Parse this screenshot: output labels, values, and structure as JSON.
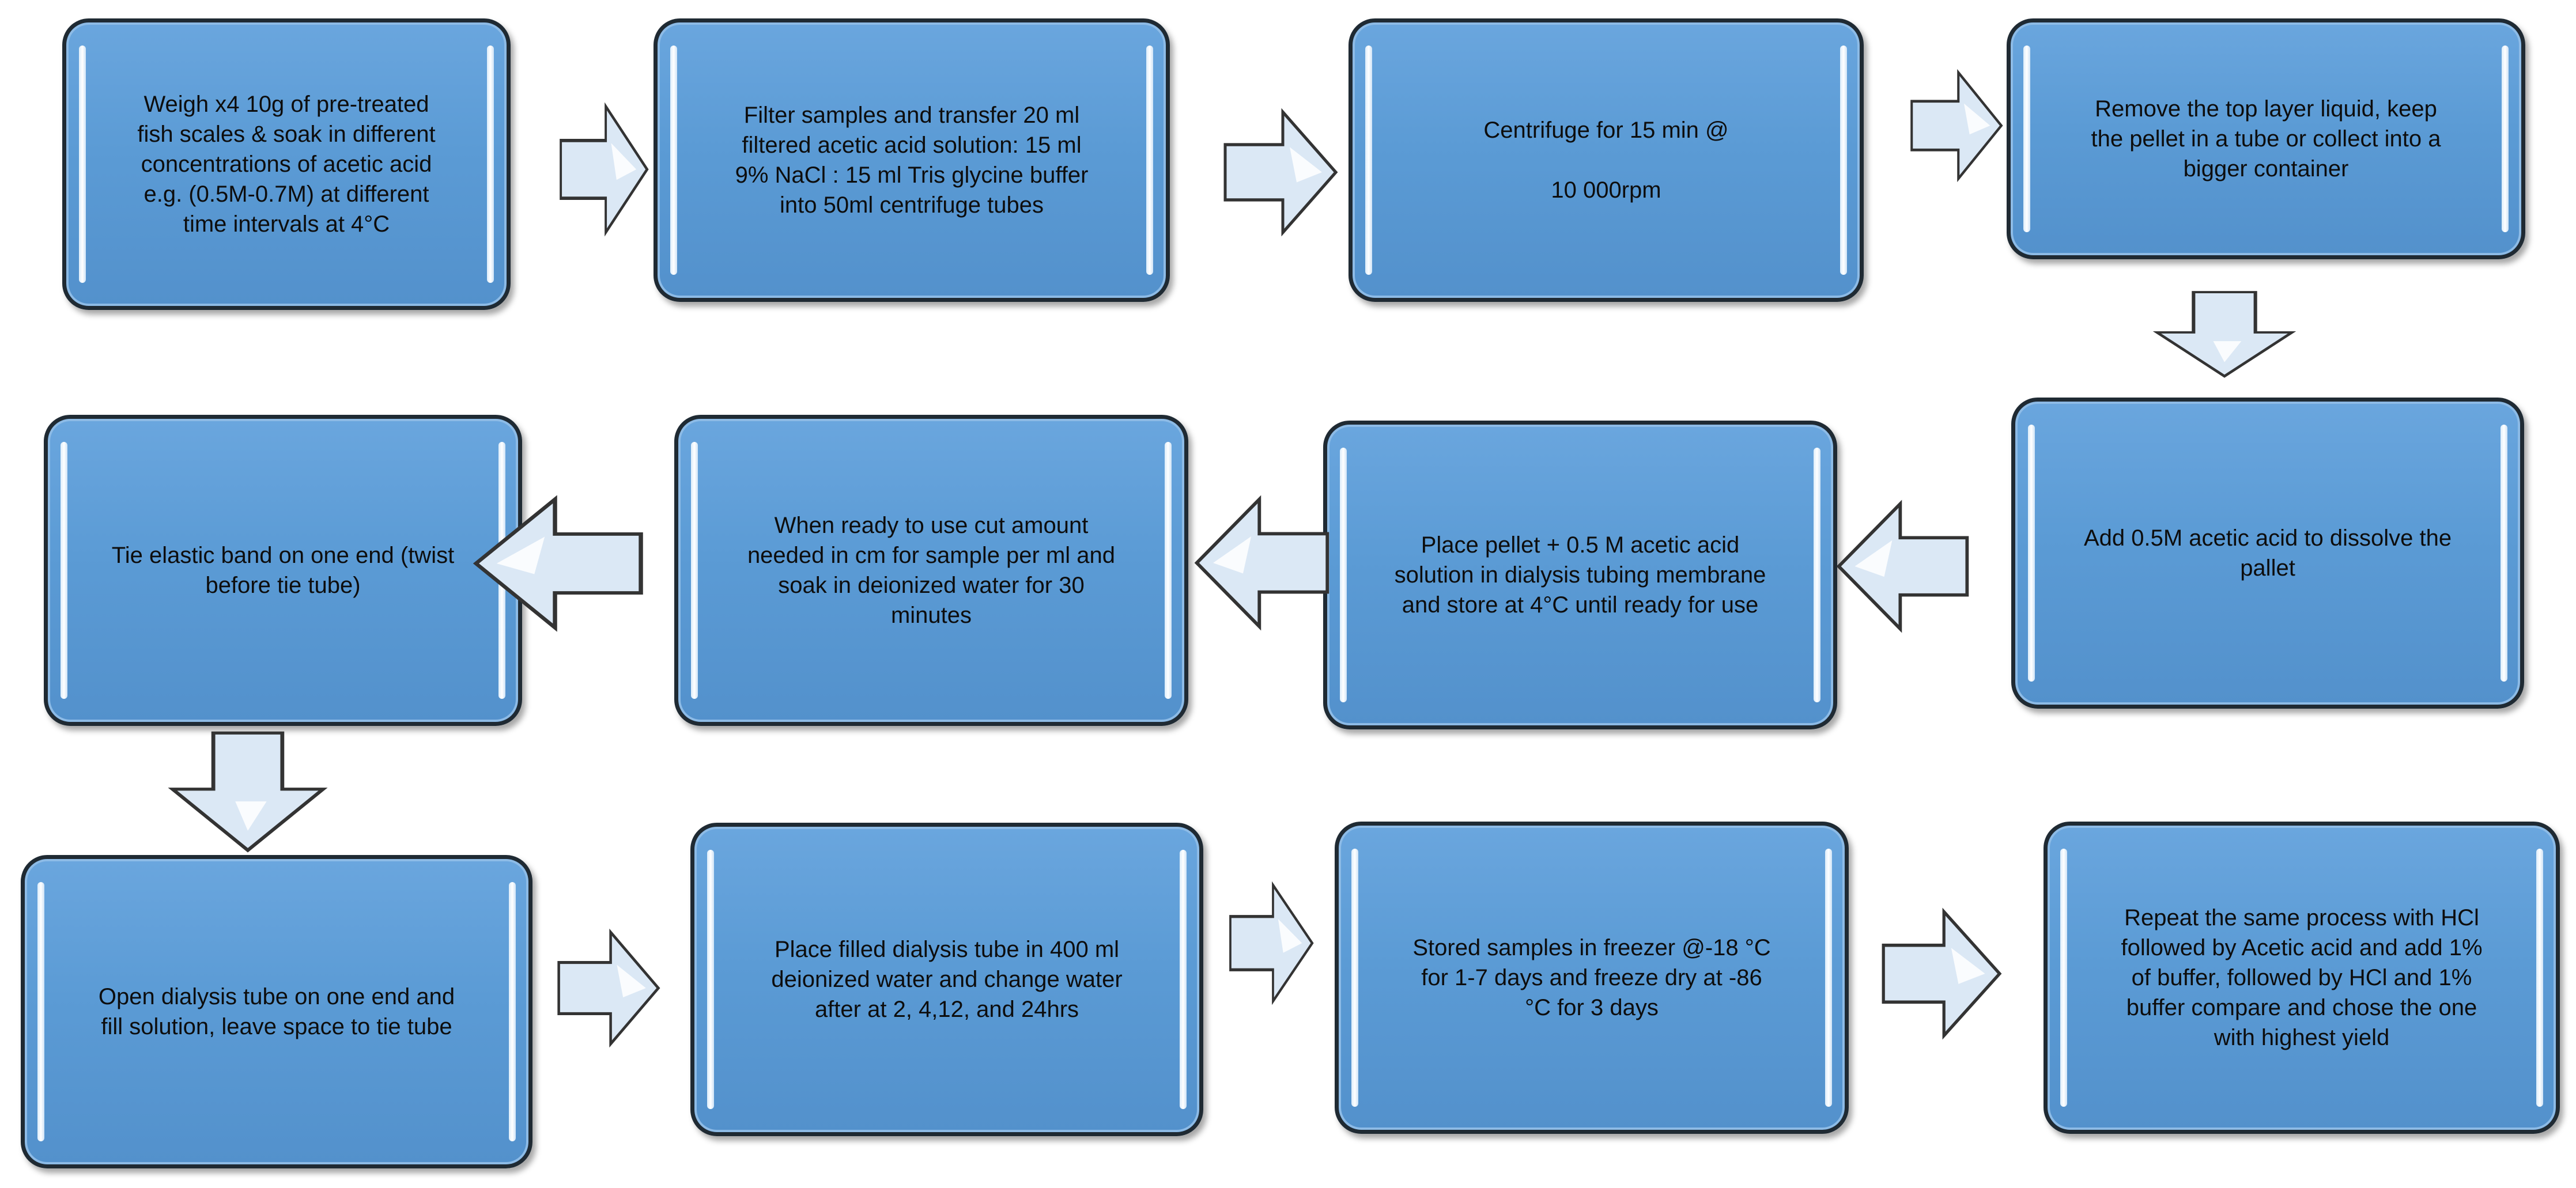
{
  "colors": {
    "box_fill": "#5b9bd5",
    "box_border": "#1f2a33",
    "arrow_fill": "#dbe8f5",
    "arrow_stroke": "#333333"
  },
  "steps": [
    {
      "id": "weigh-soak-scales",
      "text": "Weigh x4 10g of pre-treated\nfish scales & soak in different\nconcentrations of acetic acid\ne.g. (0.5M-0.7M) at different\ntime intervals at 4°C"
    },
    {
      "id": "filter-transfer",
      "text": "Filter samples and transfer 20 ml\nfiltered acetic acid solution: 15 ml\n9% NaCl : 15 ml Tris glycine buffer\ninto 50ml centrifuge tubes"
    },
    {
      "id": "centrifuge",
      "text": "Centrifuge for 15 min @\n\n10 000rpm"
    },
    {
      "id": "remove-top-layer",
      "text": "Remove the top layer liquid, keep\nthe pellet in a tube or collect into a\nbigger container"
    },
    {
      "id": "add-acetic-acid",
      "text": "Add 0.5M acetic acid to dissolve the\npallet"
    },
    {
      "id": "dialysis-store",
      "text": "Place pellet + 0.5 M acetic acid\nsolution in dialysis tubing membrane\nand store at 4°C until ready for use"
    },
    {
      "id": "cut-soak-tubing",
      "text": "When ready to use cut amount\nneeded in cm for sample per ml and\nsoak in deionized water for 30\nminutes"
    },
    {
      "id": "tie-band",
      "text": "Tie elastic band on one end (twist\nbefore tie tube)"
    },
    {
      "id": "open-fill-tube",
      "text": "Open dialysis tube on one end and\nfill solution, leave space to tie tube"
    },
    {
      "id": "dialysis-water",
      "text": "Place filled dialysis tube in 400 ml\ndeionized water and change water\nafter at 2, 4,12, and 24hrs"
    },
    {
      "id": "freeze-dry",
      "text": "Stored samples in freezer @-18 °C\nfor 1-7 days and freeze dry at -86\n°C for 3 days"
    },
    {
      "id": "repeat-hcl",
      "text": "Repeat the same process with HCl\nfollowed by Acetic acid and add 1%\nof buffer, followed by HCl and 1%\nbuffer compare and chose the one\nwith highest yield"
    }
  ],
  "arrows": [
    {
      "from": "weigh-soak-scales",
      "to": "filter-transfer",
      "direction": "right"
    },
    {
      "from": "filter-transfer",
      "to": "centrifuge",
      "direction": "right"
    },
    {
      "from": "centrifuge",
      "to": "remove-top-layer",
      "direction": "right"
    },
    {
      "from": "remove-top-layer",
      "to": "add-acetic-acid",
      "direction": "down"
    },
    {
      "from": "add-acetic-acid",
      "to": "dialysis-store",
      "direction": "left"
    },
    {
      "from": "dialysis-store",
      "to": "cut-soak-tubing",
      "direction": "left"
    },
    {
      "from": "cut-soak-tubing",
      "to": "tie-band",
      "direction": "left"
    },
    {
      "from": "tie-band",
      "to": "open-fill-tube",
      "direction": "down"
    },
    {
      "from": "open-fill-tube",
      "to": "dialysis-water",
      "direction": "right"
    },
    {
      "from": "dialysis-water",
      "to": "freeze-dry",
      "direction": "right"
    },
    {
      "from": "freeze-dry",
      "to": "repeat-hcl",
      "direction": "right"
    }
  ]
}
